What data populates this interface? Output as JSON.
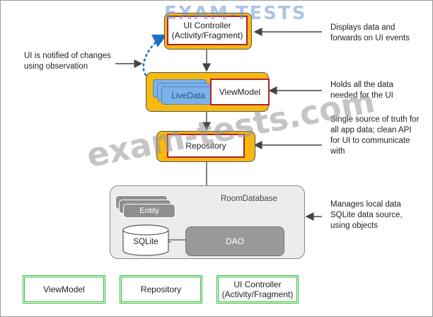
{
  "watermark_top": "EXAM-TESTS",
  "watermark_center": "exam-tests.com",
  "diagram": {
    "ui_controller": {
      "line1": "UI Controller",
      "line2": "(Activity/Fragment)"
    },
    "livedata": "LiveData",
    "viewmodel": "ViewModel",
    "repository": "Repository",
    "room": {
      "title": "RoomDatabase",
      "entity": "Entity",
      "sqlite": "SQLite",
      "dao": "DAO"
    }
  },
  "annotations": {
    "observation": {
      "line1": "UI is notified of changes",
      "line2": "using observation"
    },
    "ui_controller": {
      "line1": "Displays data and",
      "line2": "forwards on UI events"
    },
    "viewmodel": {
      "line1": "Holds all the data",
      "line2": "needed for the UI"
    },
    "repository": {
      "line1": "Single source of truth for",
      "line2": "all app data; clean API",
      "line3": "for UI to communicate",
      "line4": "with"
    },
    "room": {
      "line1": "Manages local data",
      "line2": "SQLite data source,",
      "line3": "using objects"
    }
  },
  "answer_boxes": [
    {
      "label": "ViewModel"
    },
    {
      "label": "Repository"
    },
    {
      "line1": "UI Controller",
      "line2": "(Activity/Fragment)"
    }
  ],
  "colors": {
    "component_fill": "#f7b80f",
    "livedata_fill": "#7cb2ea",
    "inner_border": "#b21f2d",
    "answer_border": "#2fbf3a",
    "observation_arrow": "#1f6fc7"
  }
}
